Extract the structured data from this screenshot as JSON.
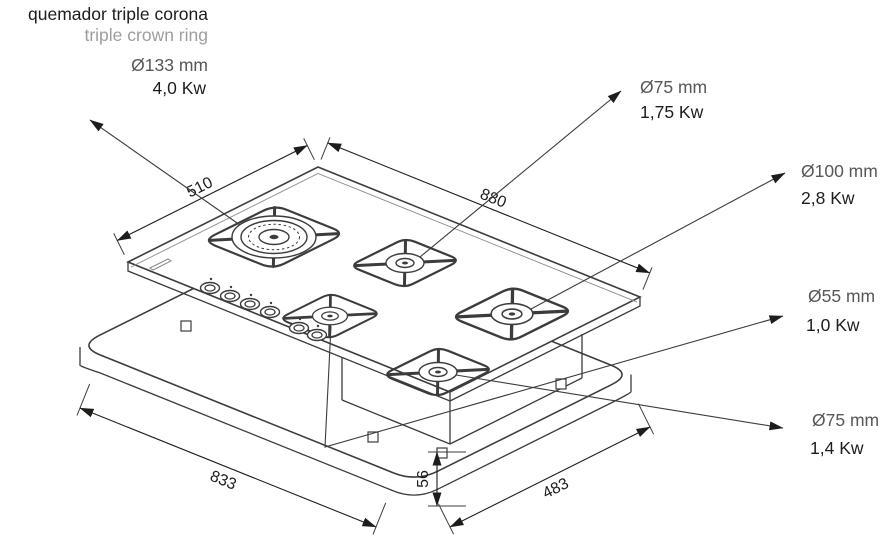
{
  "callouts": {
    "triple_crown": {
      "title_es": "quemador triple corona",
      "title_en": "triple crown ring",
      "diameter": "Ø133 mm",
      "power": "4,0 Kw"
    },
    "semi_rapid_rear": {
      "diameter": "Ø75 mm",
      "power": "1,75 Kw"
    },
    "rapid": {
      "diameter": "Ø100 mm",
      "power": "2,8 Kw"
    },
    "auxiliary": {
      "diameter": "Ø55 mm",
      "power": "1,0 Kw"
    },
    "semi_rapid_front": {
      "diameter": "Ø75 mm",
      "power": "1,4 Kw"
    }
  },
  "dimensions": {
    "width": "880",
    "depth": "510",
    "cutout_width": "833",
    "cutout_depth": "483",
    "installation_height": "56"
  },
  "colors": {
    "line": "#3c3c3b",
    "text_dark": "#1d1d1b",
    "text_gray": "#9d9d9c",
    "text_mid": "#575756"
  }
}
